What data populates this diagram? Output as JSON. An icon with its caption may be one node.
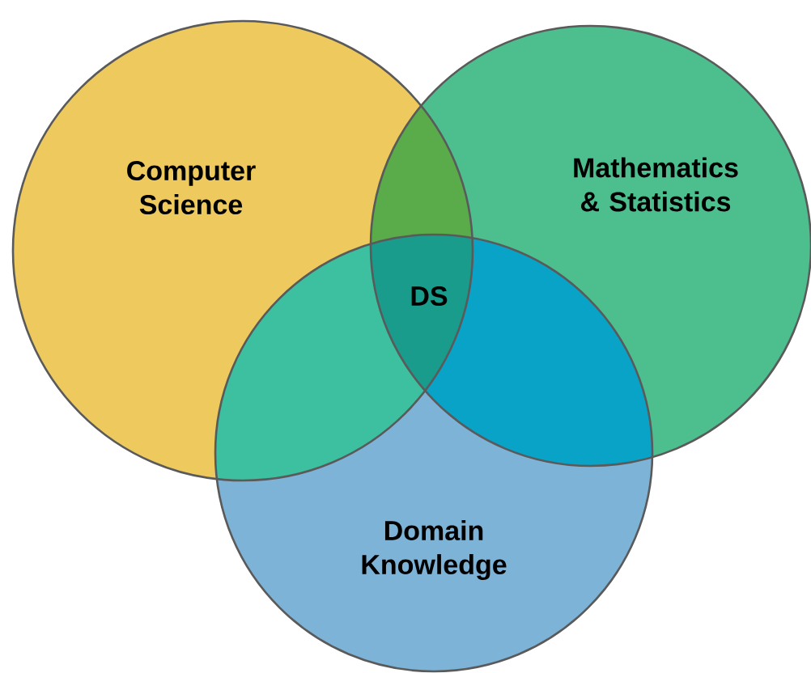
{
  "diagram": {
    "nodes": [
      {
        "text": [
          "Computer Science"
        ]
      },
      {
        "text": [
          "Mathematics & Statistics"
        ]
      },
      {
        "text": [
          "Domain Knowledge"
        ]
      }
    ],
    "labels": [
      "DS"
    ]
  }
}
